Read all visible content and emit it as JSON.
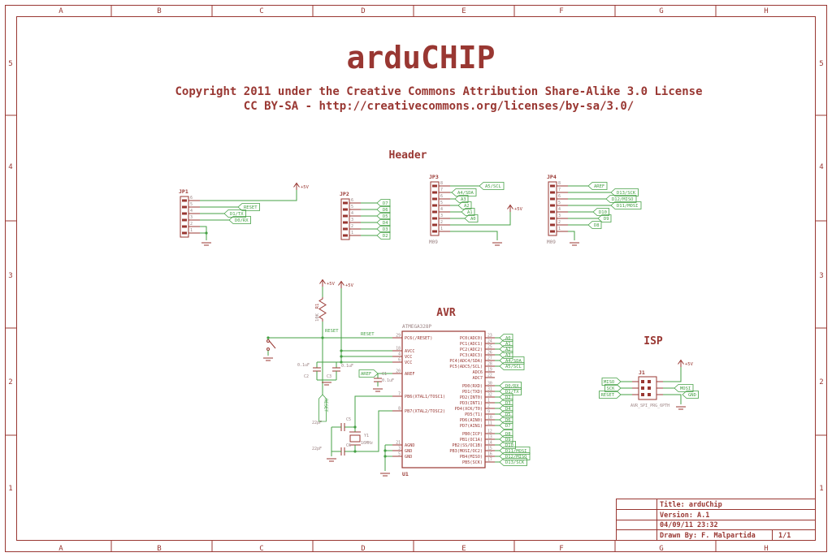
{
  "colors": {
    "symbol": "#993732",
    "net": "#44a044",
    "dim": "#9c8383",
    "bg": "#ffffff"
  },
  "frame": {
    "cols": [
      "A",
      "B",
      "C",
      "D",
      "E",
      "F",
      "G",
      "H"
    ],
    "rows": [
      "5",
      "4",
      "3",
      "2",
      "1"
    ]
  },
  "titles": {
    "main": "arduCHIP",
    "copyright1": "Copyright 2011 under the Creative Commons Attribution Share-Alike 3.0 License",
    "copyright2": "CC BY-SA - http://creativecommons.org/licenses/by-sa/3.0/"
  },
  "section_labels": {
    "header": "Header",
    "avr": "AVR",
    "isp": "ISP"
  },
  "power": {
    "vcc": "+5V",
    "gnd": "GND"
  },
  "connectors": [
    {
      "ref": "JP1",
      "value": "",
      "pins": [
        "6",
        "5",
        "4",
        "3",
        "2",
        "1"
      ],
      "nets": [
        "",
        "RESET",
        "D1/TX",
        "D0/RX",
        "",
        ""
      ]
    },
    {
      "ref": "JP2",
      "value": "",
      "pins": [
        "6",
        "5",
        "4",
        "3",
        "2",
        "1"
      ],
      "nets": [
        "D7",
        "D6",
        "D5",
        "D4",
        "D3",
        "D2"
      ]
    },
    {
      "ref": "JP3",
      "value": "M09",
      "pins": [
        "8",
        "7",
        "6",
        "5",
        "4",
        "3",
        "2",
        "1"
      ],
      "nets": [
        "A5/SCL",
        "A4/SDA",
        "A3",
        "A2",
        "A1",
        "A0",
        "",
        ""
      ]
    },
    {
      "ref": "JP4",
      "value": "M09",
      "pins": [
        "8",
        "7",
        "6",
        "5",
        "4",
        "3",
        "2",
        "1"
      ],
      "nets": [
        "AREF",
        "D13/SCK",
        "D12/MISO",
        "D11/MOSI",
        "D10",
        "D9",
        "D8",
        ""
      ]
    }
  ],
  "ic": {
    "ref": "U1",
    "name": "ATMEGA328P",
    "left_pins": [
      {
        "name": "PC6(/RESET)",
        "num": "29"
      },
      {
        "name": "AVCC",
        "num": "18"
      },
      {
        "name": "VCC",
        "num": "4"
      },
      {
        "name": "VCC",
        "num": "6"
      },
      {
        "name": "AREF",
        "num": "20"
      },
      {
        "name": "PB6(XTAL1/TOSC1)",
        "num": "7"
      },
      {
        "name": "PB7(XTAL2/TOSC2)",
        "num": "8"
      },
      {
        "name": "AGND",
        "num": "21"
      },
      {
        "name": "GND",
        "num": "3"
      },
      {
        "name": "GND",
        "num": "5"
      }
    ],
    "right_pins": [
      {
        "name": "PC0(ADC0)",
        "num": "23",
        "net": "A0"
      },
      {
        "name": "PC1(ADC1)",
        "num": "24",
        "net": "A1"
      },
      {
        "name": "PC2(ADC2)",
        "num": "25",
        "net": "A2"
      },
      {
        "name": "PC3(ADC3)",
        "num": "26",
        "net": "A3"
      },
      {
        "name": "PC4(ADC4/SDA)",
        "num": "27",
        "net": "A4/SDA"
      },
      {
        "name": "PC5(ADC5/SCL)",
        "num": "28",
        "net": "A5/SCL"
      },
      {
        "name": "ADC6",
        "num": "19",
        "net": ""
      },
      {
        "name": "ADC7",
        "num": "22",
        "net": ""
      },
      {
        "name": "PD0(RXD)",
        "num": "30",
        "net": "D0/RX"
      },
      {
        "name": "PD1(TXD)",
        "num": "31",
        "net": "D1/TX"
      },
      {
        "name": "PD2(INT0)",
        "num": "32",
        "net": "D2"
      },
      {
        "name": "PD3(INT1)",
        "num": "1",
        "net": "D3"
      },
      {
        "name": "PD4(XCK/T0)",
        "num": "2",
        "net": "D4"
      },
      {
        "name": "PD5(T1)",
        "num": "9",
        "net": "D5"
      },
      {
        "name": "PD6(AIN0)",
        "num": "10",
        "net": "D6"
      },
      {
        "name": "PD7(AIN1)",
        "num": "11",
        "net": "D7"
      },
      {
        "name": "PB0(ICP)",
        "num": "12",
        "net": "D8"
      },
      {
        "name": "PB1(OC1A)",
        "num": "13",
        "net": "D9"
      },
      {
        "name": "PB2(SS/OC1B)",
        "num": "14",
        "net": "D10"
      },
      {
        "name": "PB3(MOSI/OC2)",
        "num": "15",
        "net": "D11/MOSI"
      },
      {
        "name": "PB4(MISO)",
        "num": "16",
        "net": "D12/MISO"
      },
      {
        "name": "PB5(SCK)",
        "num": "17",
        "net": "D13/SCK"
      }
    ]
  },
  "components": {
    "r1": {
      "ref": "R1",
      "value": "10K"
    },
    "c1": {
      "ref": "C1",
      "value": "0.1uF"
    },
    "c2": {
      "ref": "C2",
      "value": "0.1uF"
    },
    "c3": {
      "ref": "C3",
      "value": "0.1uF"
    },
    "c5": {
      "ref": "C5",
      "value": "22pF"
    },
    "c6": {
      "ref": "C6",
      "value": "22pF"
    },
    "y1": {
      "ref": "Y1",
      "value": "16MHz"
    }
  },
  "net_labels": {
    "reset": "RESET",
    "aref": "AREF"
  },
  "isp": {
    "ref": "J1",
    "value": "AVR_SPI_PRG_6PTH",
    "left_nets": [
      "MISO",
      "SCK",
      "RESET"
    ],
    "right_nets": [
      "MOSI"
    ],
    "gnd": "GND"
  },
  "titleblock": {
    "title": "Title: arduChip",
    "version": "Version: A.1",
    "date": "04/09/11 23:32",
    "drawn_by": "Drawn By: F. Malpartida",
    "sheet": "1/1"
  }
}
